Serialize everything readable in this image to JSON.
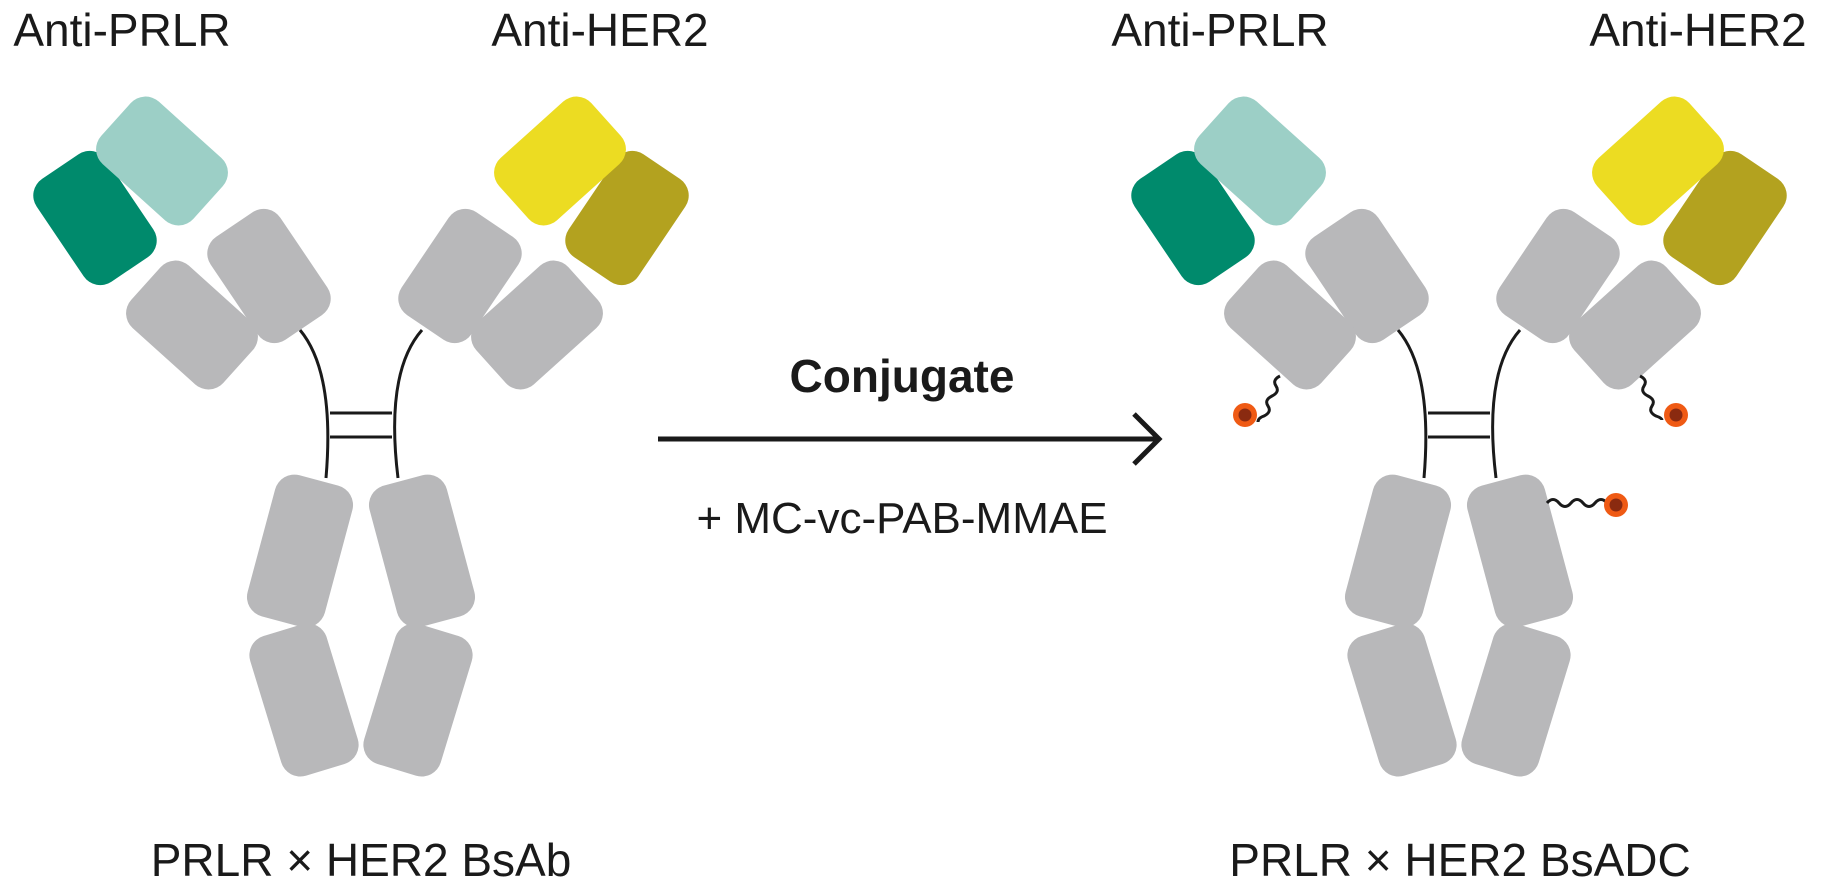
{
  "colors": {
    "domain_gray": "#b8b8ba",
    "prlr_vh": "#008a6c",
    "prlr_vl": "#9ccfc6",
    "her2_vh": "#b3a21f",
    "her2_vl": "#ecdc22",
    "drug_outer": "#ef5a14",
    "drug_inner": "#8a2a10",
    "line": "#1a1a1a"
  },
  "left_antibody": {
    "left_arm_label": "Anti-PRLR",
    "right_arm_label": "Anti-HER2",
    "title": "PRLR × HER2 BsAb"
  },
  "right_antibody": {
    "left_arm_label": "Anti-PRLR",
    "right_arm_label": "Anti-HER2",
    "title": "PRLR × HER2 BsADC"
  },
  "reaction": {
    "label": "Conjugate",
    "reagent": "+ MC-vc-PAB-MMAE"
  }
}
